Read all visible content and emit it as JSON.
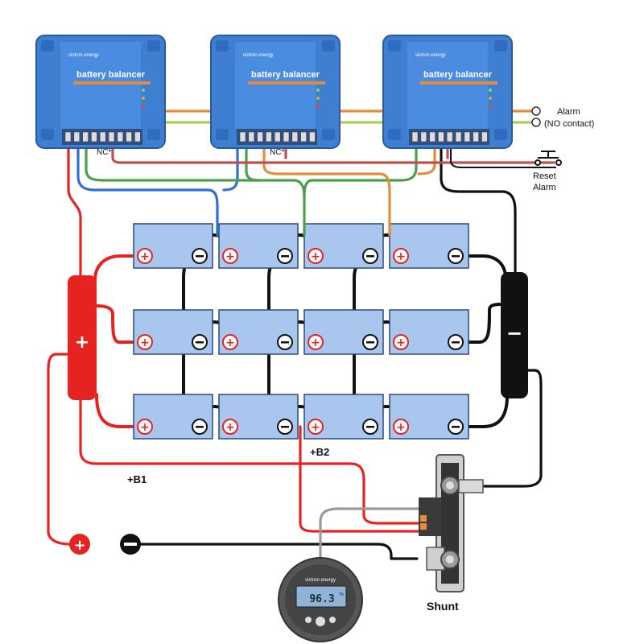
{
  "balancers": [
    {
      "brand": "victron energy",
      "title": "battery balancer",
      "nc_label": "NC*"
    },
    {
      "brand": "victron energy",
      "title": "battery balancer",
      "nc_label": "NC*"
    },
    {
      "brand": "victron energy",
      "title": "battery balancer",
      "nc_label": ""
    }
  ],
  "labels": {
    "alarm": "Alarm",
    "no_contact": "(NO contact)",
    "reset": "Reset",
    "alarm2": "Alarm",
    "b1": "+B1",
    "b2": "+B2",
    "shunt": "Shunt"
  },
  "bus": {
    "positive_symbol": "+",
    "negative_symbol": "−"
  },
  "monitor": {
    "brand": "victron energy",
    "reading": "96.3",
    "unit": "%"
  },
  "terminals": {
    "positive": "+",
    "negative": "−"
  },
  "colors": {
    "balancer_blue": "#3f7fd1",
    "battery_fill": "#a9c6ee",
    "positive_red": "#e52421",
    "negative_black": "#111111",
    "wire_orange": "#e48b3c",
    "wire_green": "#4aa04a",
    "wire_blue": "#2e6fd6",
    "wire_lightgreen": "#a6cf5a",
    "wire_brown": "#c0504d",
    "wire_grey": "#9a9a9a"
  }
}
